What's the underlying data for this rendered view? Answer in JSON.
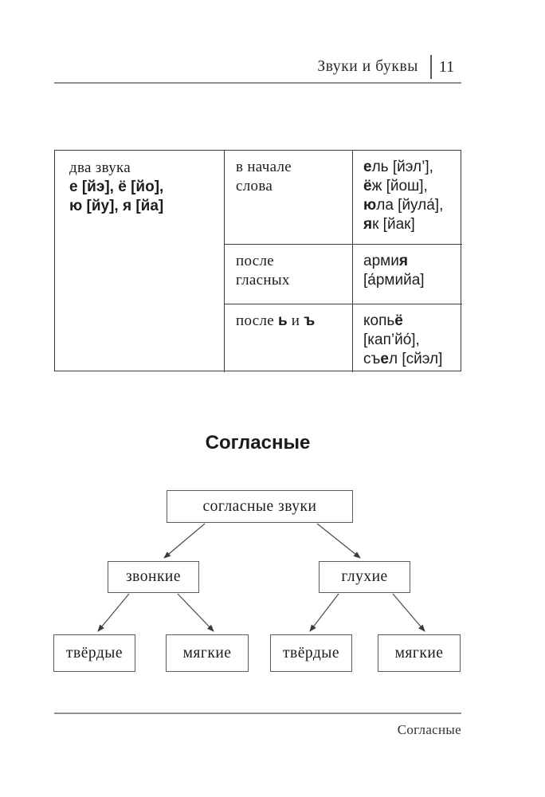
{
  "header": {
    "title": "Звуки и буквы",
    "page_number": "11"
  },
  "table": {
    "lead": {
      "label": "два звука",
      "bold_lines": [
        "е [йэ], ё [йо],",
        "ю [йу], я [йа]"
      ]
    },
    "rows": [
      {
        "condition_lines": [
          "в начале",
          "слова"
        ],
        "examples": [
          {
            "bold": "е",
            "rest": "ль [йэл’],"
          },
          {
            "bold": "ё",
            "rest": "ж [йош],"
          },
          {
            "bold": "ю",
            "rest": "ла [йула́],"
          },
          {
            "bold": "я",
            "rest": "к [йак]"
          }
        ]
      },
      {
        "condition_lines": [
          "после",
          "гласных"
        ],
        "examples": [
          {
            "pre": "арми",
            "bold": "я"
          },
          {
            "pre": "[а́рмийа]"
          }
        ]
      },
      {
        "condition": {
          "pre": "после ",
          "bold1": "ь",
          "mid": " и ",
          "bold2": "ъ"
        },
        "examples": [
          {
            "pre": "копь",
            "bold": "ё"
          },
          {
            "pre": "[кап’йо́],"
          },
          {
            "pre": "съ",
            "bold": "е",
            "rest": "л [сйэл]"
          }
        ]
      }
    ]
  },
  "section_title": "Согласные",
  "diagram": {
    "root": "согласные звуки",
    "level2": [
      {
        "label": "звонкие"
      },
      {
        "label": "глухие"
      }
    ],
    "level3": [
      {
        "label": "твёрдые"
      },
      {
        "label": "мягкие"
      },
      {
        "label": "твёрдые"
      },
      {
        "label": "мягкие"
      }
    ]
  },
  "footer": {
    "text": "Согласные"
  },
  "colors": {
    "text": "#1d1d1d",
    "table_border": "#3d3d3d",
    "box_border": "#5a5a5a",
    "rule": "#8f8f8f"
  }
}
